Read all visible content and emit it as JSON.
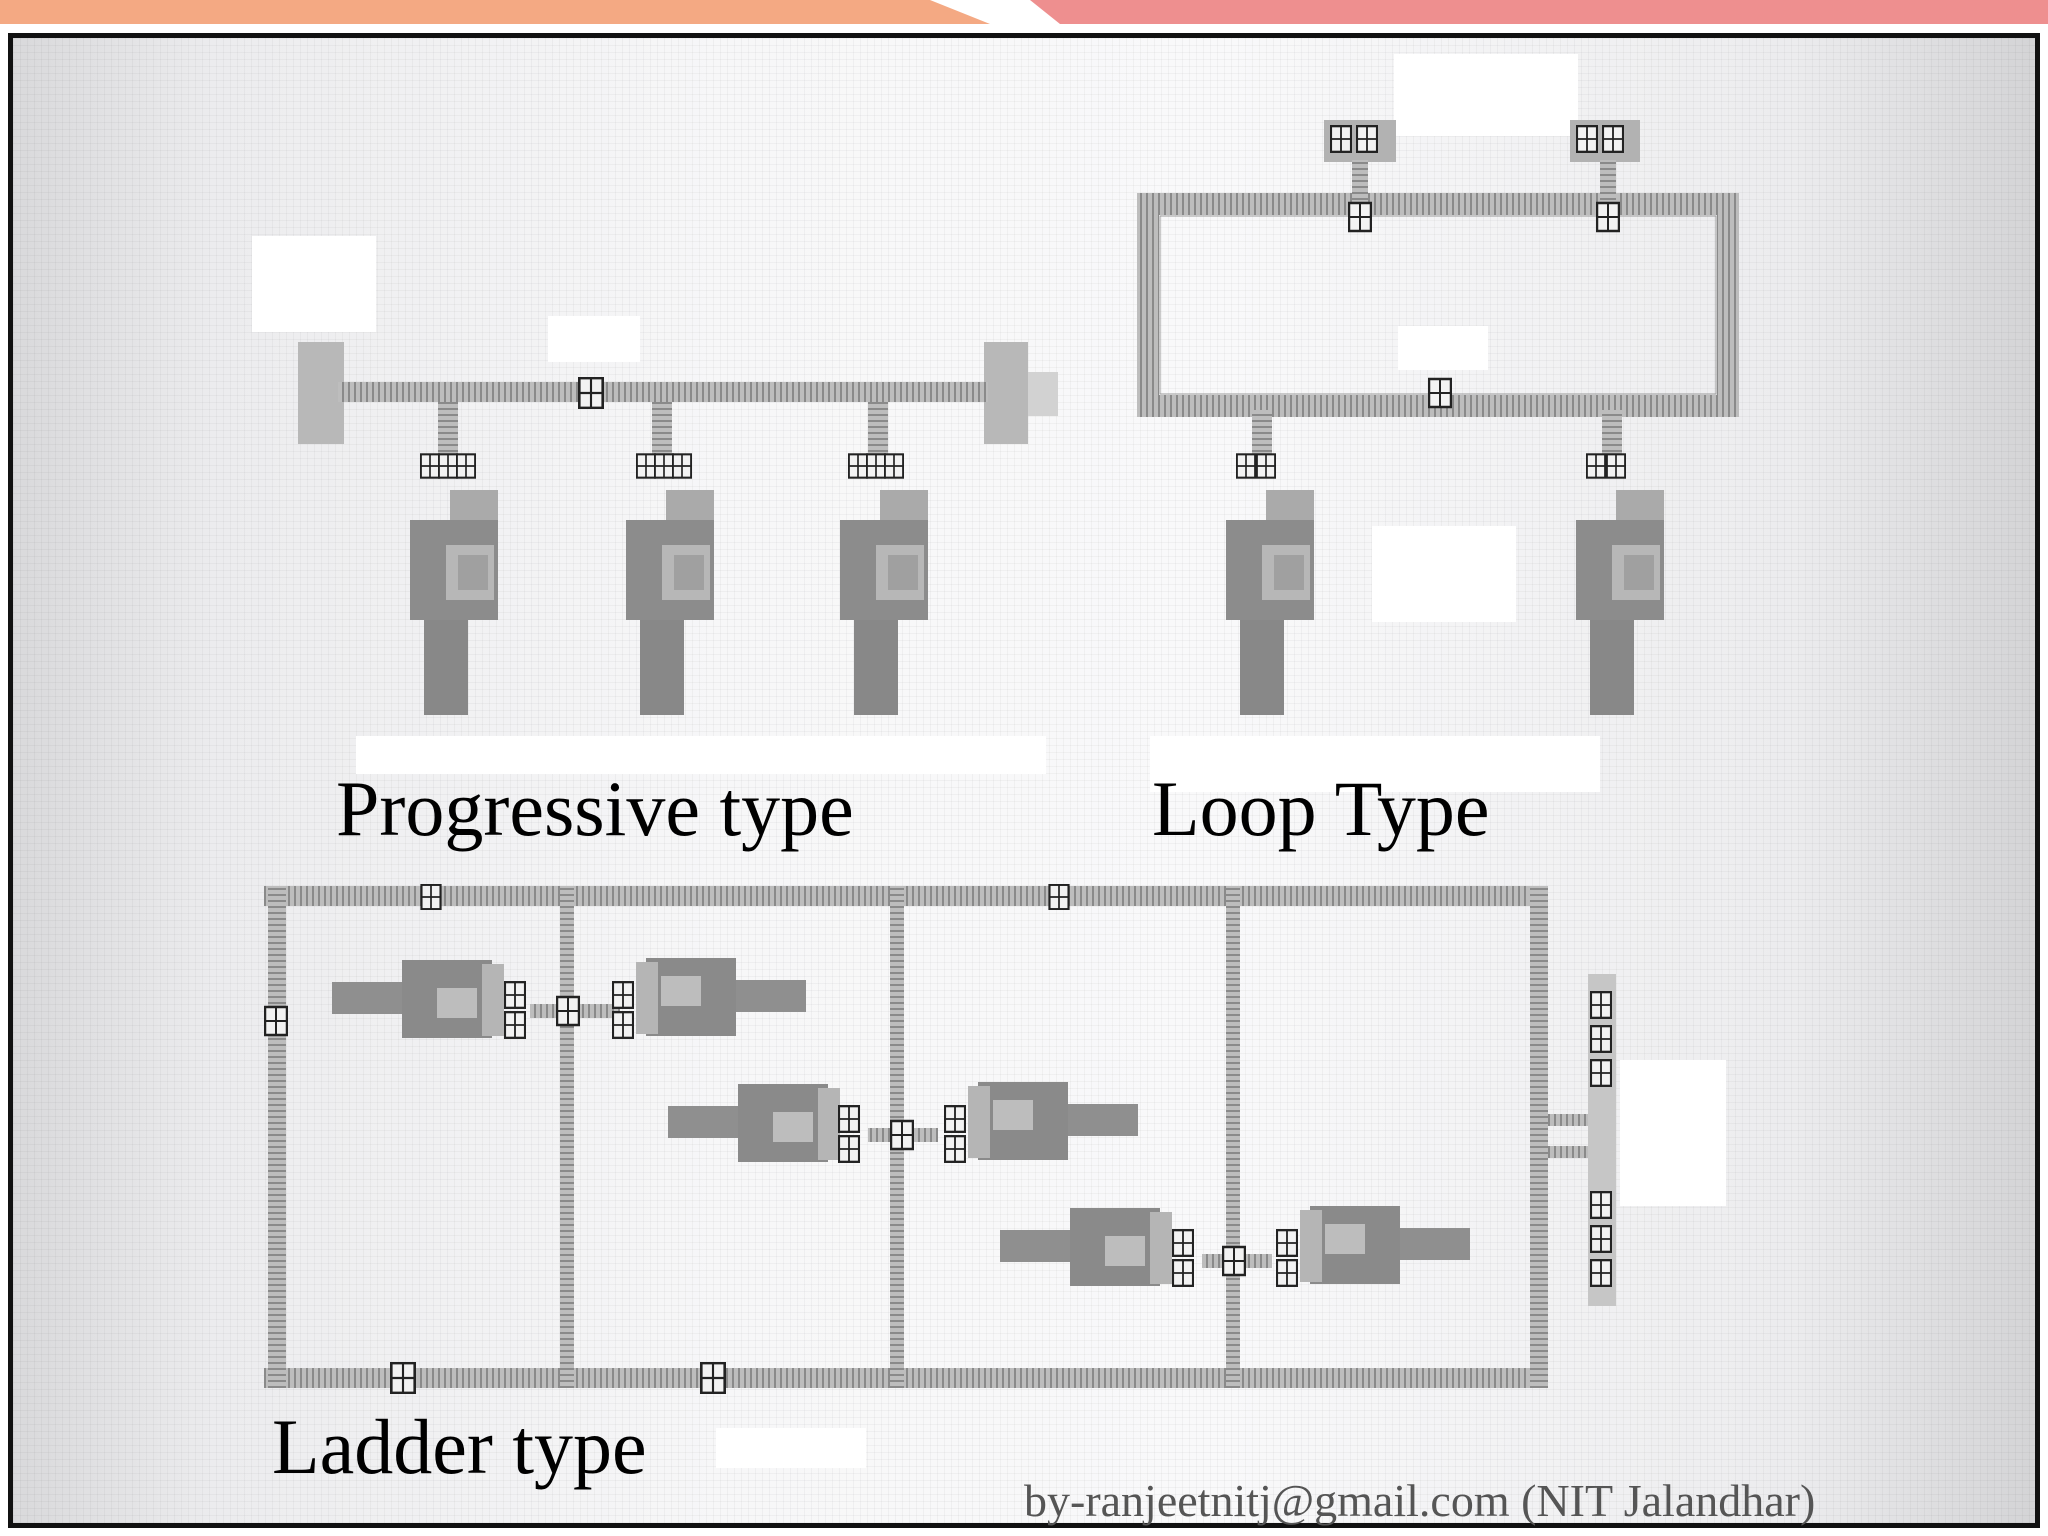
{
  "slide": {
    "accent_colors": {
      "left": "#f4a983",
      "right": "#ee8f8f"
    }
  },
  "labels": {
    "progressive": "Progressive type",
    "loop": "Loop Type",
    "ladder": "Ladder type"
  },
  "footer": "by-ranjeetnitj@gmail.com (NIT Jalandhar)",
  "legend_icons": [
    "track-line",
    "point-switch-icon",
    "loading-bay-icon"
  ]
}
